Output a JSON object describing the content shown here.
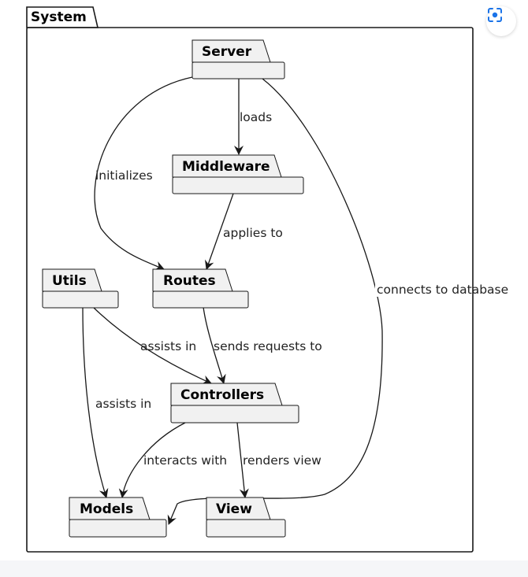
{
  "diagram": {
    "system_label": "System",
    "packages": {
      "server": "Server",
      "middleware": "Middleware",
      "utils": "Utils",
      "routes": "Routes",
      "controllers": "Controllers",
      "models": "Models",
      "view": "View"
    },
    "edges": {
      "loads": "loads",
      "initializes": "initializes",
      "applies_to": "applies to",
      "connects_to_database": "connects to database",
      "utils_assists_controllers": "assists in",
      "sends_requests_to": "sends requests to",
      "utils_assists_models": "assists in",
      "interacts_with": "interacts with",
      "renders_view": "renders view"
    }
  },
  "toolbar": {
    "scan_icon": "scan-lens-icon"
  },
  "colors": {
    "package_fill": "#f1f1f1",
    "line": "#181818",
    "accent": "#1a73e8"
  }
}
